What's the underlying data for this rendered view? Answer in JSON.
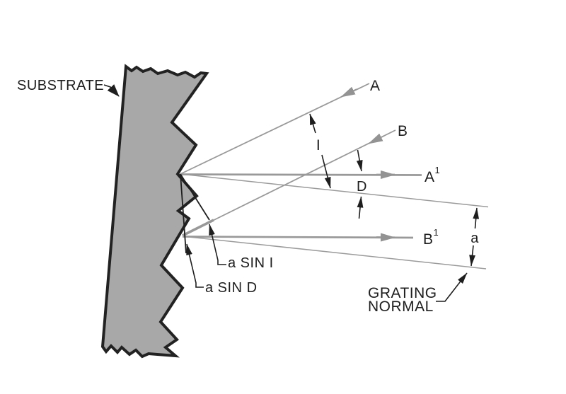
{
  "diagram": {
    "type": "diffraction-grating-geometry",
    "colors": {
      "substrate_fill": "#a8a8a8",
      "ray_gray": "#999999",
      "ink": "#1e1e1e",
      "background": "#ffffff"
    },
    "labels": {
      "substrate": "SUBSTRATE",
      "incident_ray_a": "A",
      "incident_ray_b": "B",
      "diffracted_ray_a_base": "A",
      "diffracted_ray_a_sup": "1",
      "diffracted_ray_b_base": "B",
      "diffracted_ray_b_sup": "1",
      "angle_of_incidence": "I",
      "angle_of_diffraction": "D",
      "groove_spacing": "a",
      "path_difference_incidence": "a SIN I",
      "path_difference_diffraction": "a SIN D",
      "grating_normal_line1": "GRATING",
      "grating_normal_line2": "NORMAL"
    }
  }
}
